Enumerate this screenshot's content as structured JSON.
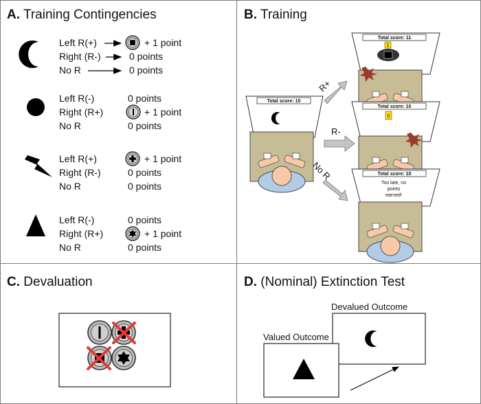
{
  "panels": {
    "a": {
      "letter": "A.",
      "title": "Training Contingencies",
      "stimuli": [
        {
          "shape": "crescent-moon",
          "rows": [
            {
              "response": "Left R(+)",
              "outcome_icon": "square-coin",
              "points": "+ 1 point"
            },
            {
              "response": "Right (R-)",
              "outcome_icon": "",
              "points": "0 points"
            },
            {
              "response": "No R",
              "outcome_icon": "",
              "points": "0 points"
            }
          ]
        },
        {
          "shape": "circle",
          "rows": [
            {
              "response": "Left R(-)",
              "outcome_icon": "",
              "points": "0 points"
            },
            {
              "response": "Right (R+)",
              "outcome_icon": "bar-coin",
              "points": "+ 1 point"
            },
            {
              "response": "No R",
              "outcome_icon": "",
              "points": "0 points"
            }
          ]
        },
        {
          "shape": "lightning-bolt",
          "rows": [
            {
              "response": "Left R(+)",
              "outcome_icon": "cross-coin",
              "points": "+ 1 point"
            },
            {
              "response": "Right (R-)",
              "outcome_icon": "",
              "points": "0 points"
            },
            {
              "response": "No R",
              "outcome_icon": "",
              "points": "0 points"
            }
          ]
        },
        {
          "shape": "triangle",
          "rows": [
            {
              "response": "Left R(-)",
              "outcome_icon": "",
              "points": "0 points"
            },
            {
              "response": "Right (R+)",
              "outcome_icon": "star-coin",
              "points": "+ 1 point"
            },
            {
              "response": "No R",
              "outcome_icon": "",
              "points": "0 points"
            }
          ]
        }
      ]
    },
    "b": {
      "letter": "B.",
      "title": "Training",
      "main_score": "Total score: 10",
      "branches": [
        {
          "label": "R+",
          "score": "Total score: 11",
          "badge": "1",
          "message": ""
        },
        {
          "label": "R-",
          "score": "Total score: 10",
          "badge": "0",
          "message": ""
        },
        {
          "label": "No R",
          "score": "Total score: 10",
          "badge": "",
          "message_lines": [
            "Too late, no",
            "points",
            "earned!"
          ]
        }
      ]
    },
    "c": {
      "letter": "C.",
      "title": "Devaluation",
      "coins": [
        {
          "icon": "bar-coin",
          "devalued": false
        },
        {
          "icon": "cross-coin",
          "devalued": true
        },
        {
          "icon": "square-coin",
          "devalued": true
        },
        {
          "icon": "star-coin",
          "devalued": false
        }
      ]
    },
    "d": {
      "letter": "D.",
      "title": "(Nominal) Extinction Test",
      "devalued_label": "Devalued Outcome",
      "valued_label": "Valued Outcome",
      "devalued_stimulus": "crescent-moon",
      "valued_stimulus": "triangle"
    }
  },
  "colors": {
    "screen_fill": "#ffffff",
    "table_fill": "#c6bc96",
    "person_head": "#f7c9a6",
    "person_body": "#b3cce6",
    "coin_gray": "#bdbdbd",
    "badge_yellow": "#ffe000",
    "devalue_red": "#e53935",
    "arrow_gray": "#c4c4c4",
    "burst_red": "#9b3b2b"
  }
}
